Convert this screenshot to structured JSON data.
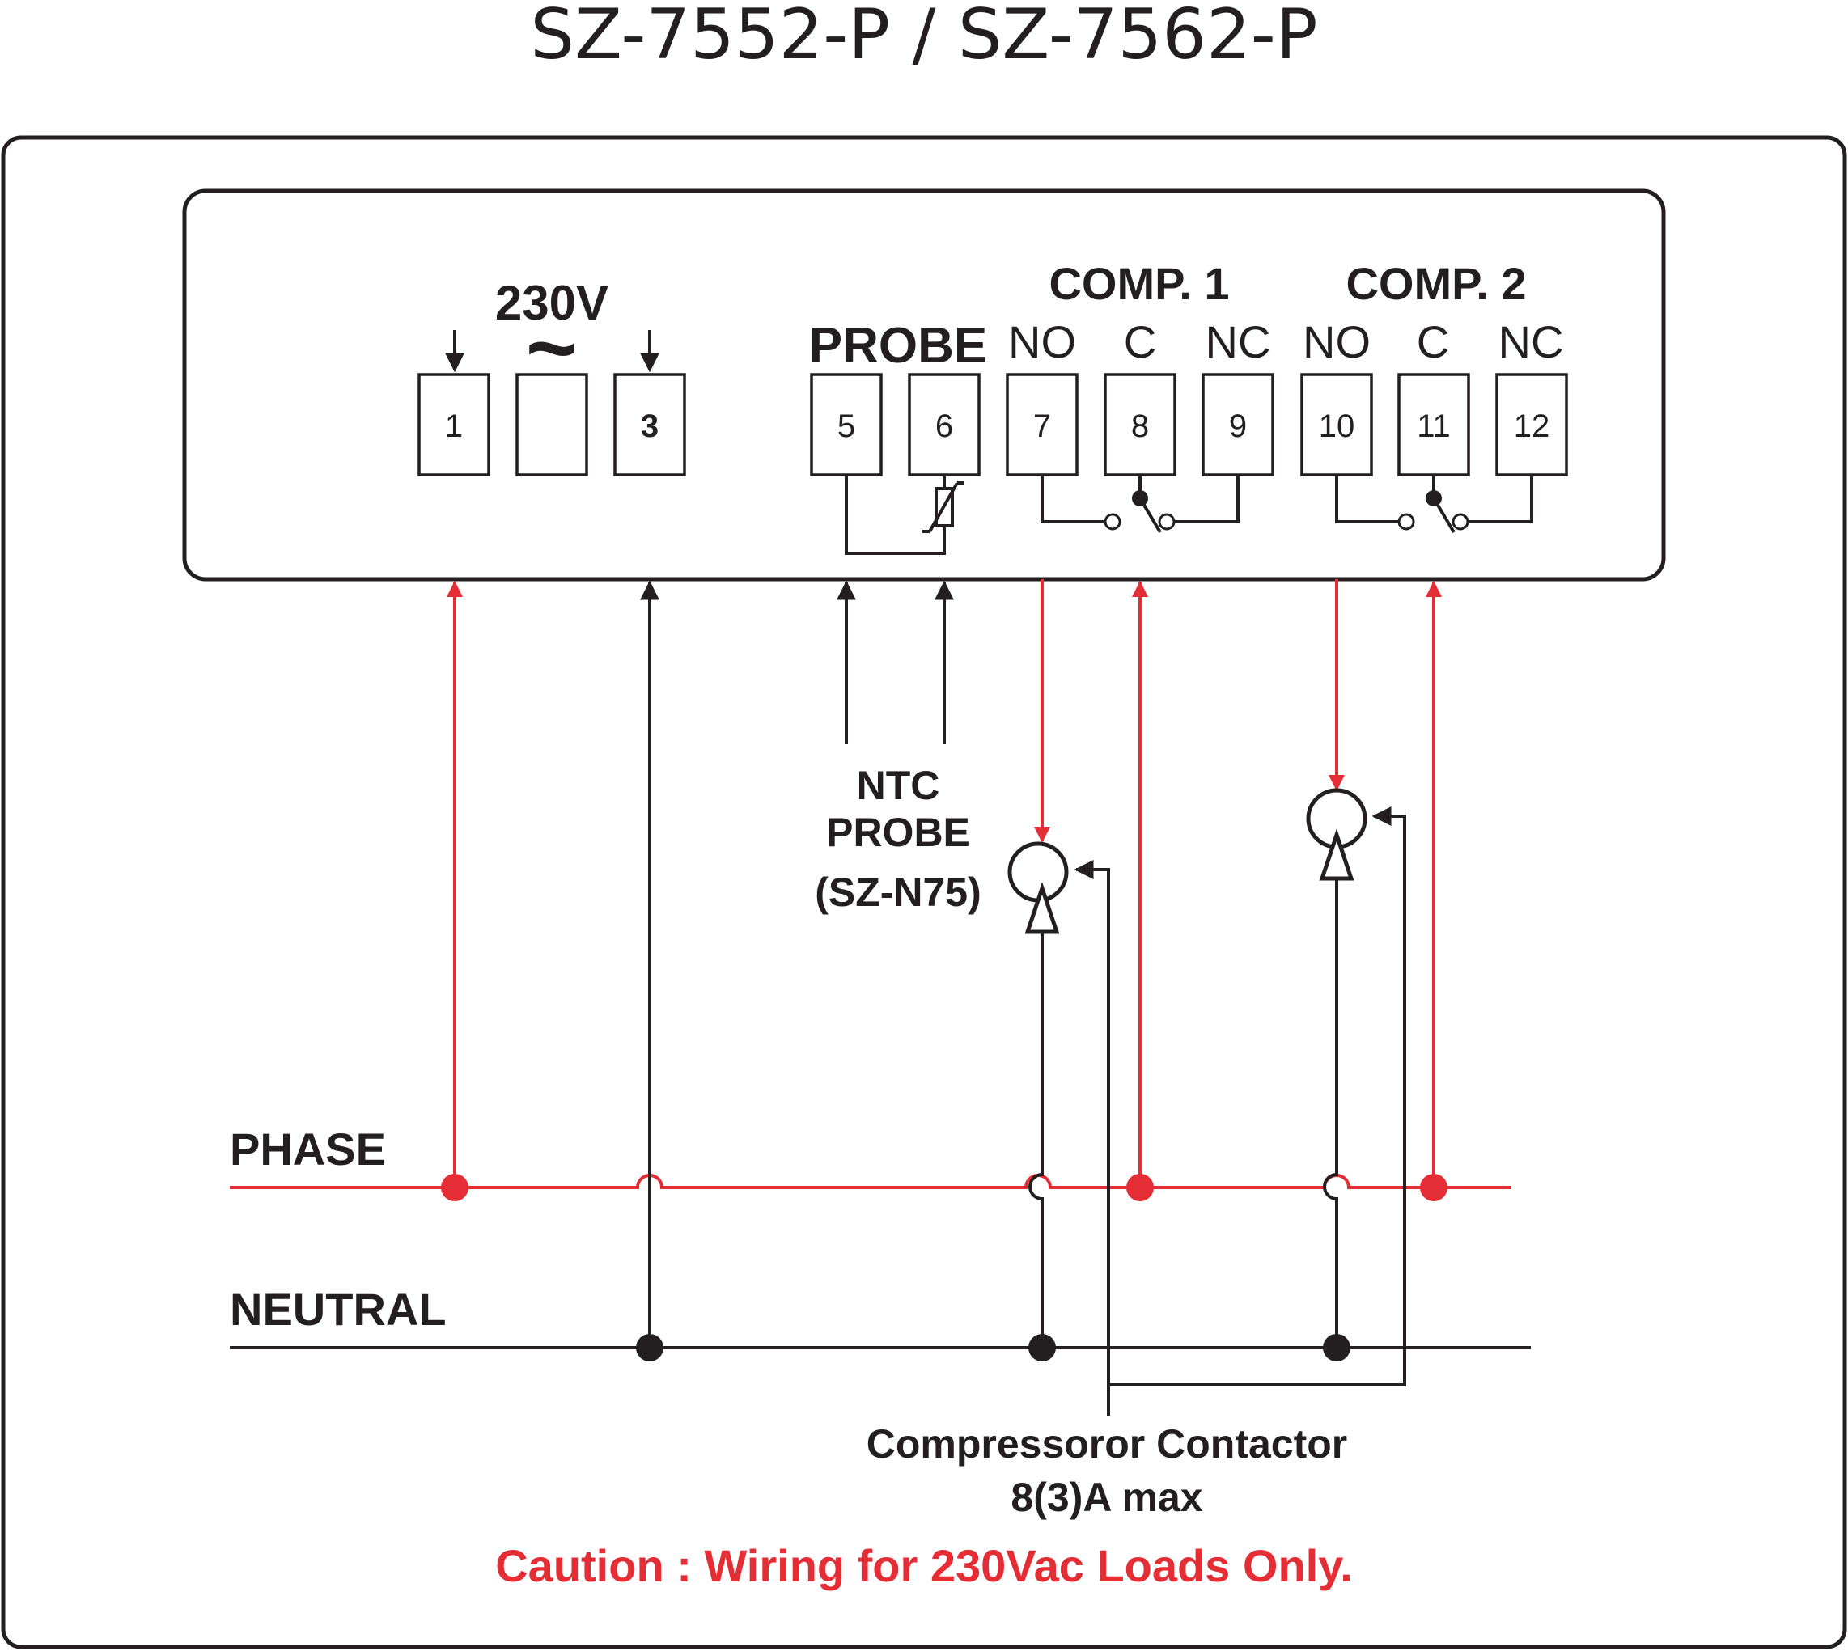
{
  "title": "SZ-7552-P / SZ-7562-P",
  "supply": {
    "label": "230V",
    "tilde": "~"
  },
  "groups": {
    "probe": "PROBE",
    "comp1": "COMP. 1",
    "comp2": "COMP. 2"
  },
  "contact_labels": {
    "no": "NO",
    "c": "C",
    "nc": "NC"
  },
  "terminals": [
    "1",
    "",
    "3",
    "5",
    "6",
    "7",
    "8",
    "9",
    "10",
    "11",
    "12"
  ],
  "ntc_probe": {
    "line1": "NTC",
    "line2": "PROBE",
    "line3": "(SZ-N75)"
  },
  "lines": {
    "phase": "PHASE",
    "neutral": "NEUTRAL"
  },
  "contactor": {
    "line1": "Compressoror Contactor",
    "line2": "8(3)A max"
  },
  "caution": "Caution : Wiring for 230Vac Loads Only.",
  "colors": {
    "phase_wire": "#e52d36",
    "neutral_wire": "#231f20",
    "caution_text": "#e52d36"
  }
}
